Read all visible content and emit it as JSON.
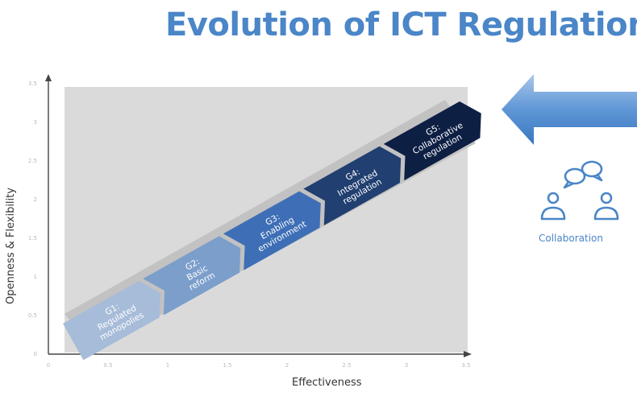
{
  "title": "Evolution of ICT Regulation",
  "axes": {
    "x_label": "Effectiveness",
    "y_label": "Openness & Flexibility",
    "x_ticks": [
      "0",
      "0.5",
      "1",
      "1.5",
      "2",
      "2.5",
      "3",
      "3.5"
    ],
    "y_ticks": [
      "0",
      "0.5",
      "1",
      "1.5",
      "2",
      "2.5",
      "3",
      "3.5"
    ]
  },
  "stages": [
    {
      "lines": [
        "G1:",
        "Regulated",
        "monopolies"
      ],
      "color": "#a6bcd9"
    },
    {
      "lines": [
        "G2:",
        "Basic",
        "reform"
      ],
      "color": "#7b9ecb"
    },
    {
      "lines": [
        "G3:",
        "Enabling",
        "environment"
      ],
      "color": "#3e6fb6"
    },
    {
      "lines": [
        "G4:",
        "Integrated",
        "regulation"
      ],
      "color": "#213f70"
    },
    {
      "lines": [
        "G5:",
        "Collaborative",
        "regulation"
      ],
      "color": "#0e1f44"
    }
  ],
  "sidebar": {
    "collaboration_label": "Collaboration",
    "arrow_icon": "arrow-left-icon",
    "collaboration_icon": "people-chatting-icon",
    "accent_color": "#4a86c8"
  }
}
